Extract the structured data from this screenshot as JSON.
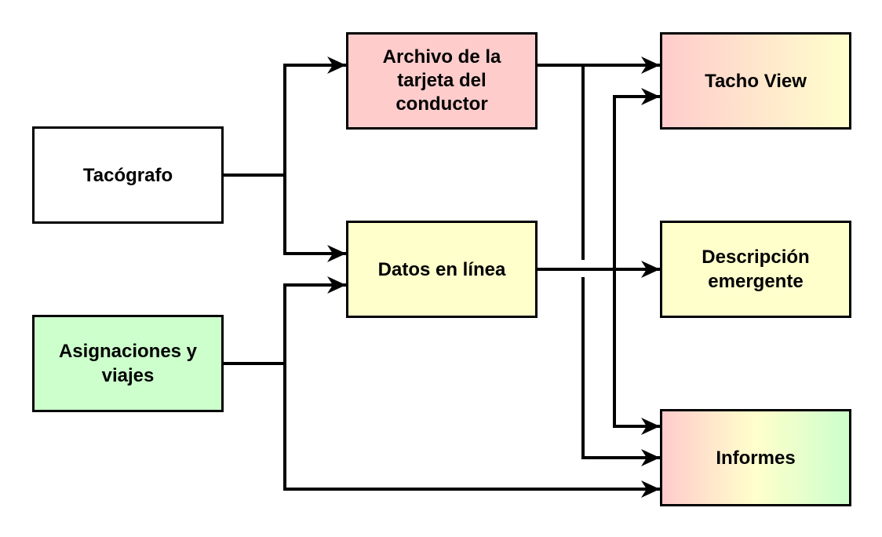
{
  "nodes": {
    "tacografo": {
      "label": "Tacógrafo",
      "fill": "#ffffff"
    },
    "asignaciones": {
      "label": "Asignaciones y viajes",
      "fill": "#ccffcc"
    },
    "archivo_tarjeta": {
      "label": "Archivo de la tarjeta del conductor",
      "fill": "#ffcccc"
    },
    "datos_en_linea": {
      "label": "Datos en línea",
      "fill": "#ffffcc"
    },
    "tacho_view": {
      "label": "Tacho View",
      "gradient": [
        "#ffcccc",
        "#ffffcc"
      ]
    },
    "descripcion": {
      "label": "Descripción emergente",
      "fill": "#ffffcc"
    },
    "informes": {
      "label": "Informes",
      "gradient": [
        "#ffcccc",
        "#ffffcc",
        "#ccffcc"
      ]
    }
  },
  "edges": [
    {
      "from": "tacografo",
      "to": "archivo_tarjeta"
    },
    {
      "from": "tacografo",
      "to": "datos_en_linea"
    },
    {
      "from": "asignaciones",
      "to": "datos_en_linea"
    },
    {
      "from": "asignaciones",
      "to": "informes"
    },
    {
      "from": "archivo_tarjeta",
      "to": "tacho_view"
    },
    {
      "from": "archivo_tarjeta",
      "to": "informes"
    },
    {
      "from": "datos_en_linea",
      "to": "tacho_view"
    },
    {
      "from": "datos_en_linea",
      "to": "descripcion"
    },
    {
      "from": "datos_en_linea",
      "to": "informes"
    }
  ]
}
